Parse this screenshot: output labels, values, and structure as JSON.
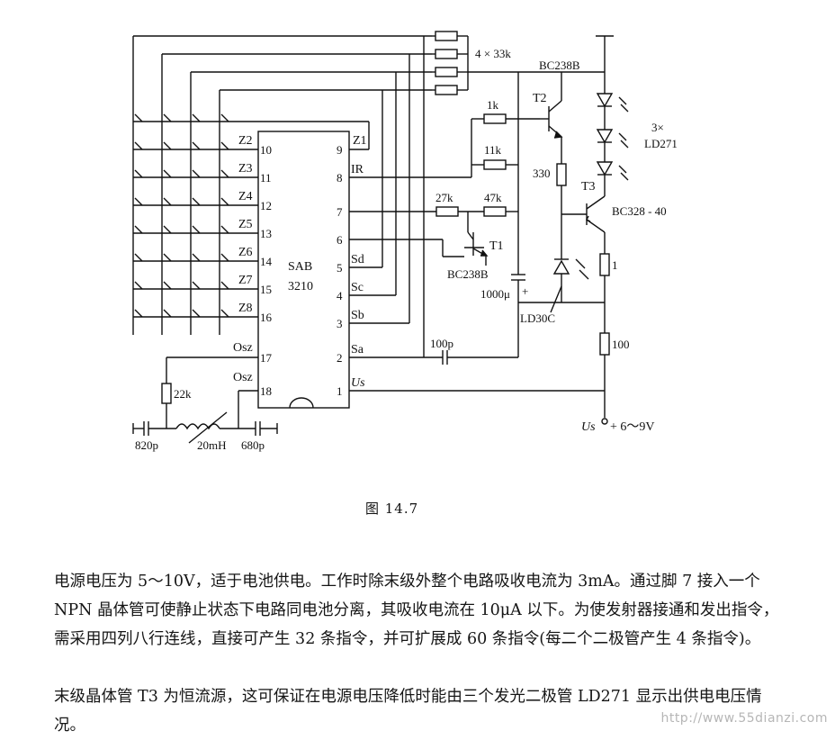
{
  "figure": {
    "caption": "图 14.7",
    "chip": {
      "name": "SAB",
      "number": "3210"
    },
    "left_pins": [
      {
        "label": "Z2",
        "pin": "10"
      },
      {
        "label": "Z3",
        "pin": "11"
      },
      {
        "label": "Z4",
        "pin": "12"
      },
      {
        "label": "Z5",
        "pin": "13"
      },
      {
        "label": "Z6",
        "pin": "14"
      },
      {
        "label": "Z7",
        "pin": "15"
      },
      {
        "label": "Z8",
        "pin": "16"
      },
      {
        "label": "Osz",
        "pin": "17"
      },
      {
        "label": "Osz",
        "pin": "18"
      }
    ],
    "right_pins": [
      {
        "label": "Z1",
        "pin": "9"
      },
      {
        "label": "IR",
        "pin": "8"
      },
      {
        "label": "",
        "pin": "7"
      },
      {
        "label": "",
        "pin": "6"
      },
      {
        "label": "Sd",
        "pin": "5"
      },
      {
        "label": "Sc",
        "pin": "4"
      },
      {
        "label": "Sb",
        "pin": "3"
      },
      {
        "label": "Sa",
        "pin": "2"
      },
      {
        "label": "Us",
        "pin": "1"
      }
    ],
    "components": {
      "resistor_array": "4 × 33k",
      "r_1k": "1k",
      "r_11k": "11k",
      "r_27k": "27k",
      "r_47k": "47k",
      "r_330": "330",
      "r_1": "1",
      "r_100": "100",
      "r_22k": "22k",
      "t1_label": "T1",
      "t1_type": "BC238B",
      "t2_label": "T2",
      "t2_type": "BC238B",
      "t3_label": "T3",
      "t3_type": "BC328 - 40",
      "led_count": "3×",
      "led_type": "LD271",
      "cap_1000": "1000μ",
      "cap_plus": "+",
      "ld30c": "LD30C",
      "cap_100p": "100p",
      "cap_820p": "820p",
      "inductor": "20mH",
      "cap_680p": "680p",
      "supply_label": "Us",
      "supply_value": "+ 6～9V"
    }
  },
  "paragraphs": {
    "p1": "电源电压为 5～10V，适于电池供电。工作时除末级外整个电路吸收电流为 3mA。通过脚 7 接入一个 NPN 晶体管可使静止状态下电路同电池分离，其吸收电流在 10μA 以下。为使发射器接通和发出指令，需采用四列八行连线，直接可产生 32 条指令，并可扩展成 60 条指令(每二个二极管产生 4 条指令)。",
    "p2": "末级晶体管 T3 为恒流源，这可保证在电源电压降低时能由三个发光二极管 LD271 显示出供电电压情况。"
  },
  "watermark": "http://www.55dianzi.com"
}
